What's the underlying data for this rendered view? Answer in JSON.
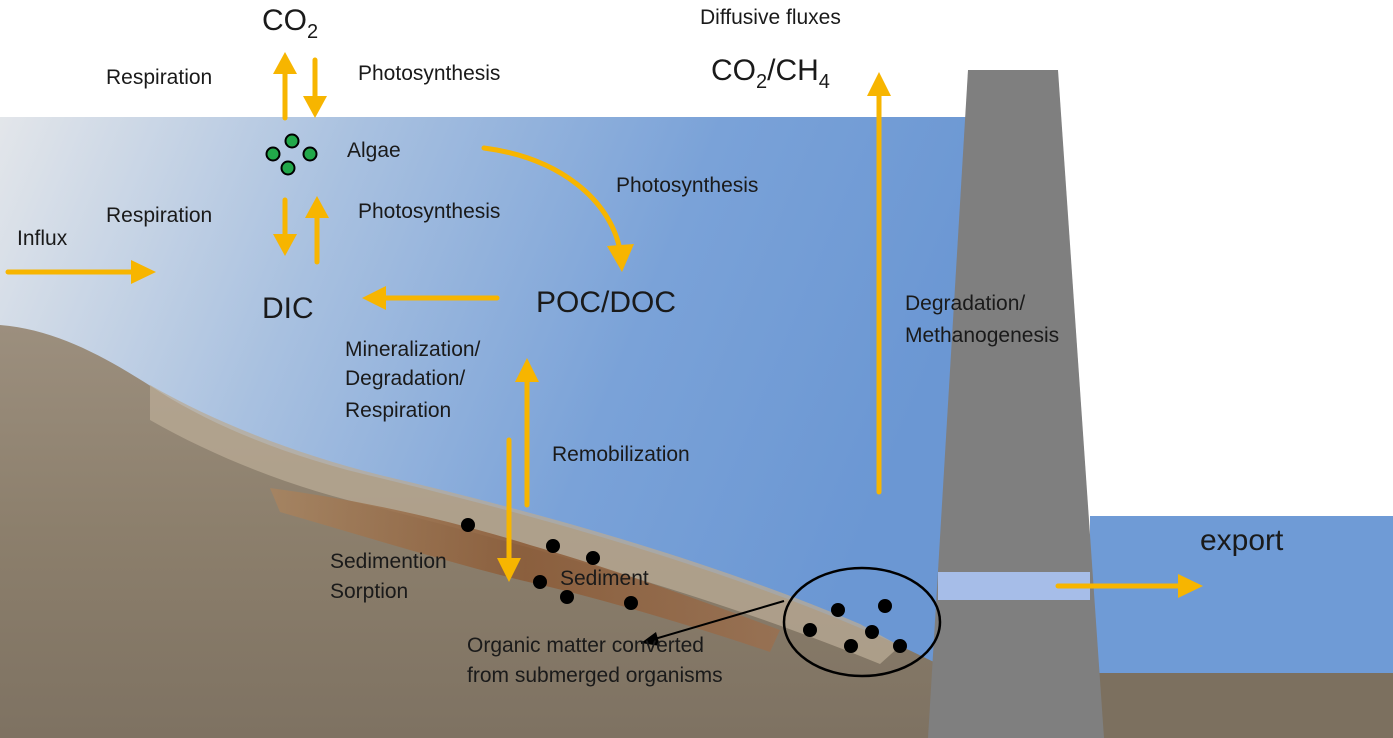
{
  "labels": {
    "co2_top": "CO",
    "co2_top_sub": "2",
    "respiration_top": "Respiration",
    "photosynthesis_top": "Photosynthesis",
    "algae": "Algae",
    "photosynthesis_curve": "Photosynthesis",
    "respiration_mid": "Respiration",
    "photosynthesis_mid": "Photosynthesis",
    "influx": "Influx",
    "dic": "DIC",
    "poc_doc": "POC/DOC",
    "mineralization": "Mineralization/",
    "degradation": "Degradation/",
    "respiration_low": "Respiration",
    "remobilization": "Remobilization",
    "sedimention": "Sedimention",
    "sorption": "Sorption",
    "sediment": "Sediment",
    "organic_line1": "Organic matter converted",
    "organic_line2": "from submerged organisms",
    "diffusive_fluxes": "Diffusive fluxes",
    "co2ch4_a": "CO",
    "co2ch4_sub1": "2",
    "co2ch4_b": "/CH",
    "co2ch4_sub2": "4",
    "degradation_right": "Degradation/",
    "methanogenesis": "Methanogenesis",
    "export": "export"
  },
  "colors": {
    "arrow": "#F7B500",
    "water_top": "#6f9bd6",
    "water_light": "#d9e3ee",
    "soil": "#8f8270",
    "sediment": "#8b5a36",
    "dam": "#7f7f7f",
    "algae": "#22a84a"
  }
}
